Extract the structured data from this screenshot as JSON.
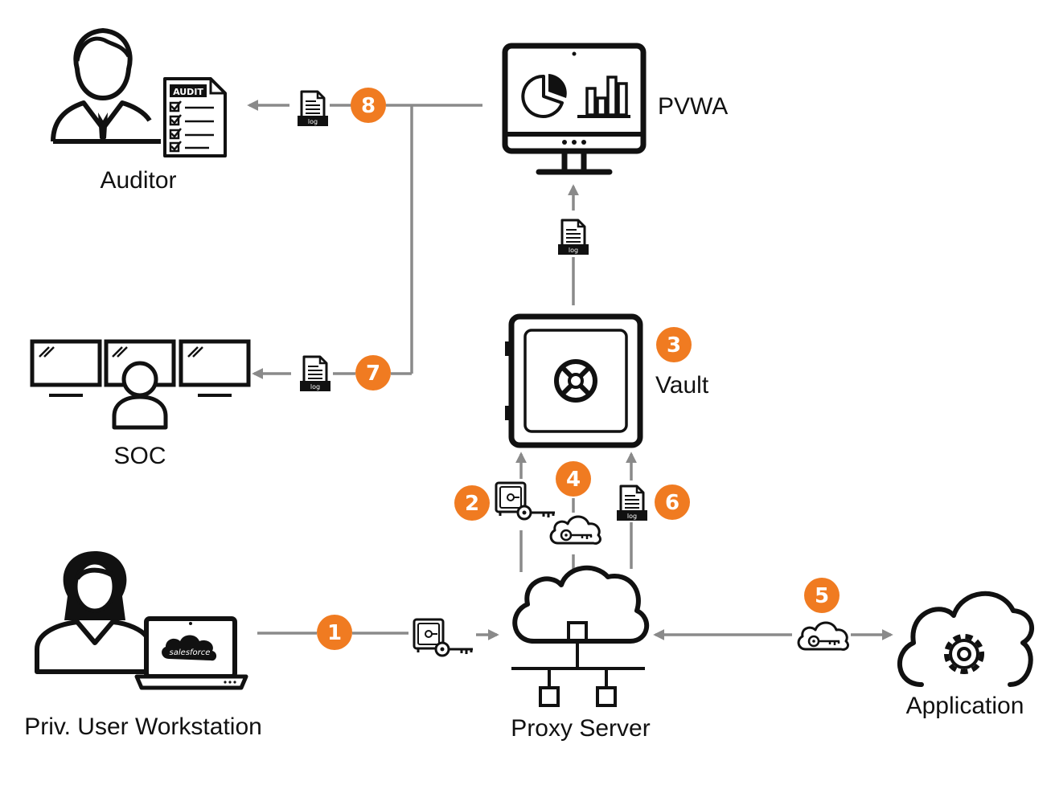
{
  "colors": {
    "accent": "#f07b21",
    "connector": "#8a8a8a",
    "ink": "#111111",
    "background": "#ffffff"
  },
  "nodes": {
    "auditor": {
      "label": "Auditor",
      "doc_label": "AUDIT",
      "icon": "auditor-person-icon"
    },
    "pvwa": {
      "label": "PVWA",
      "icon": "monitor-dashboard-icon"
    },
    "soc": {
      "label": "SOC",
      "icon": "soc-monitors-icon"
    },
    "vault": {
      "label": "Vault",
      "icon": "safe-vault-icon"
    },
    "workstation": {
      "label": "Priv. User Workstation",
      "laptop_logo": "salesforce",
      "icon": "user-laptop-icon"
    },
    "proxy": {
      "label": "Proxy Server",
      "icon": "cloud-network-icon"
    },
    "application": {
      "label": "Application",
      "icon": "cloud-gear-icon"
    }
  },
  "steps": [
    "1",
    "2",
    "3",
    "4",
    "5",
    "6",
    "7",
    "8"
  ],
  "log_badge": "log",
  "tokens": [
    "log-document-icon",
    "safe-key-icon",
    "cloud-key-icon"
  ]
}
